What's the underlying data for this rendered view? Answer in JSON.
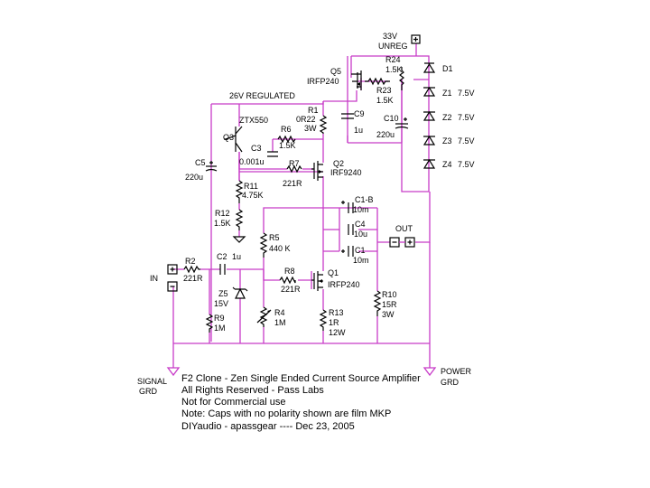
{
  "supply": {
    "label1": "33V",
    "label2": "UNREG"
  },
  "reg": {
    "label": "26V REGULATED"
  },
  "parts": {
    "r24": {
      "name": "R24",
      "value": "1.5K"
    },
    "q5": {
      "name": "Q5",
      "value": "IRFP240"
    },
    "r23": {
      "name": "R23",
      "value": "1.5K"
    },
    "d1": {
      "name": "D1"
    },
    "z1": {
      "name": "Z1",
      "value": "7.5V"
    },
    "z2": {
      "name": "Z2",
      "value": "7.5V"
    },
    "z3": {
      "name": "Z3",
      "value": "7.5V"
    },
    "z4": {
      "name": "Z4",
      "value": "7.5V"
    },
    "c9": {
      "name": "C9",
      "value": "1u"
    },
    "c10": {
      "name": "C10",
      "value": "220u"
    },
    "r1": {
      "name": "R1",
      "value": "0R22",
      "power": "3W"
    },
    "q3": {
      "name": "Q3",
      "value": "ZTX550"
    },
    "r6": {
      "name": "R6",
      "value": "1.5K"
    },
    "c3": {
      "name": "C3",
      "value": "0.001u"
    },
    "c5": {
      "name": "C5",
      "value": "220u"
    },
    "r7": {
      "name": "R7",
      "value": "221R"
    },
    "q2": {
      "name": "Q2",
      "value": "IRF9240"
    },
    "r11": {
      "name": "R11",
      "value": "4.75K"
    },
    "r12": {
      "name": "R12",
      "value": "1.5K"
    },
    "c1b": {
      "name": "C1-B",
      "value": "10m"
    },
    "c4": {
      "name": "C4",
      "value": "10u"
    },
    "c1": {
      "name": "C1",
      "value": "10m"
    },
    "r5": {
      "name": "R5",
      "value": "440 K"
    },
    "r2": {
      "name": "R2",
      "value": "221R"
    },
    "c2": {
      "name": "C2",
      "value": "1u"
    },
    "r8": {
      "name": "R8",
      "value": "221R"
    },
    "q1": {
      "name": "Q1",
      "value": "IRFP240"
    },
    "z5": {
      "name": "Z5",
      "value": "15V"
    },
    "r9": {
      "name": "R9",
      "value": "1M"
    },
    "r4": {
      "name": "R4",
      "value": "1M"
    },
    "r13": {
      "name": "R13",
      "value": "1R",
      "power": "12W"
    },
    "r10": {
      "name": "R10",
      "value": "15R",
      "power": "3W"
    }
  },
  "io": {
    "in": "IN",
    "out": "OUT",
    "plus": "+",
    "minus": "-"
  },
  "ground": {
    "signal1": "SIGNAL",
    "signal2": "GRD",
    "power1": "POWER",
    "power2": "GRD"
  },
  "notes": [
    "F2 Clone - Zen Single Ended Current Source Amplifier",
    "All Rights Reserved - Pass Labs",
    "Not for Commercial use",
    "Note: Caps with no polarity shown are film MKP",
    "DIYaudio - apassgear ---- Dec 23, 2005"
  ],
  "colors": {
    "wire": "#c83cc8",
    "component": "#000000"
  }
}
